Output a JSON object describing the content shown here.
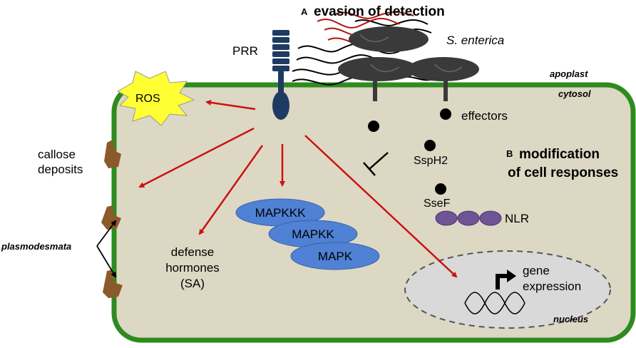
{
  "heading_a_letter": "A",
  "heading_a": "evasion of detection",
  "pathogen": "S. enterica",
  "receptor": "PRR",
  "compartments": {
    "apoplast": "apoplast",
    "cytosol": "cytosol",
    "nucleus": "nucleus"
  },
  "ros": "ROS",
  "effectors": "effectors",
  "ssph2": "SspH2",
  "ssef": "SseF",
  "nlr": "NLR",
  "heading_b_letter": "B",
  "heading_b_line1": "modification",
  "heading_b_line2": "of cell responses",
  "callose_line1": "callose",
  "callose_line2": "deposits",
  "plasmodesmata": "plasmodesmata",
  "hormones_line1": "defense",
  "hormones_line2": "hormones",
  "hormones_line3": "(SA)",
  "kinases": [
    "MAPKKK",
    "MAPKK",
    "MAPK"
  ],
  "gene_line1": "gene",
  "gene_line2": "expression",
  "colors": {
    "cell_wall": "#2e8b1f",
    "cytoplasm": "#ddd8c4",
    "signal_arrow": "#cc1111",
    "receptor": "#1f3b63",
    "kinase": "#4f81d4",
    "nlr": "#6e5494",
    "nucleus": "#d9d9d9",
    "callose": "#8b5a2b",
    "ros": "#ffff33",
    "bacterium": "#3a3a3a",
    "flagellin": "#b01010"
  }
}
